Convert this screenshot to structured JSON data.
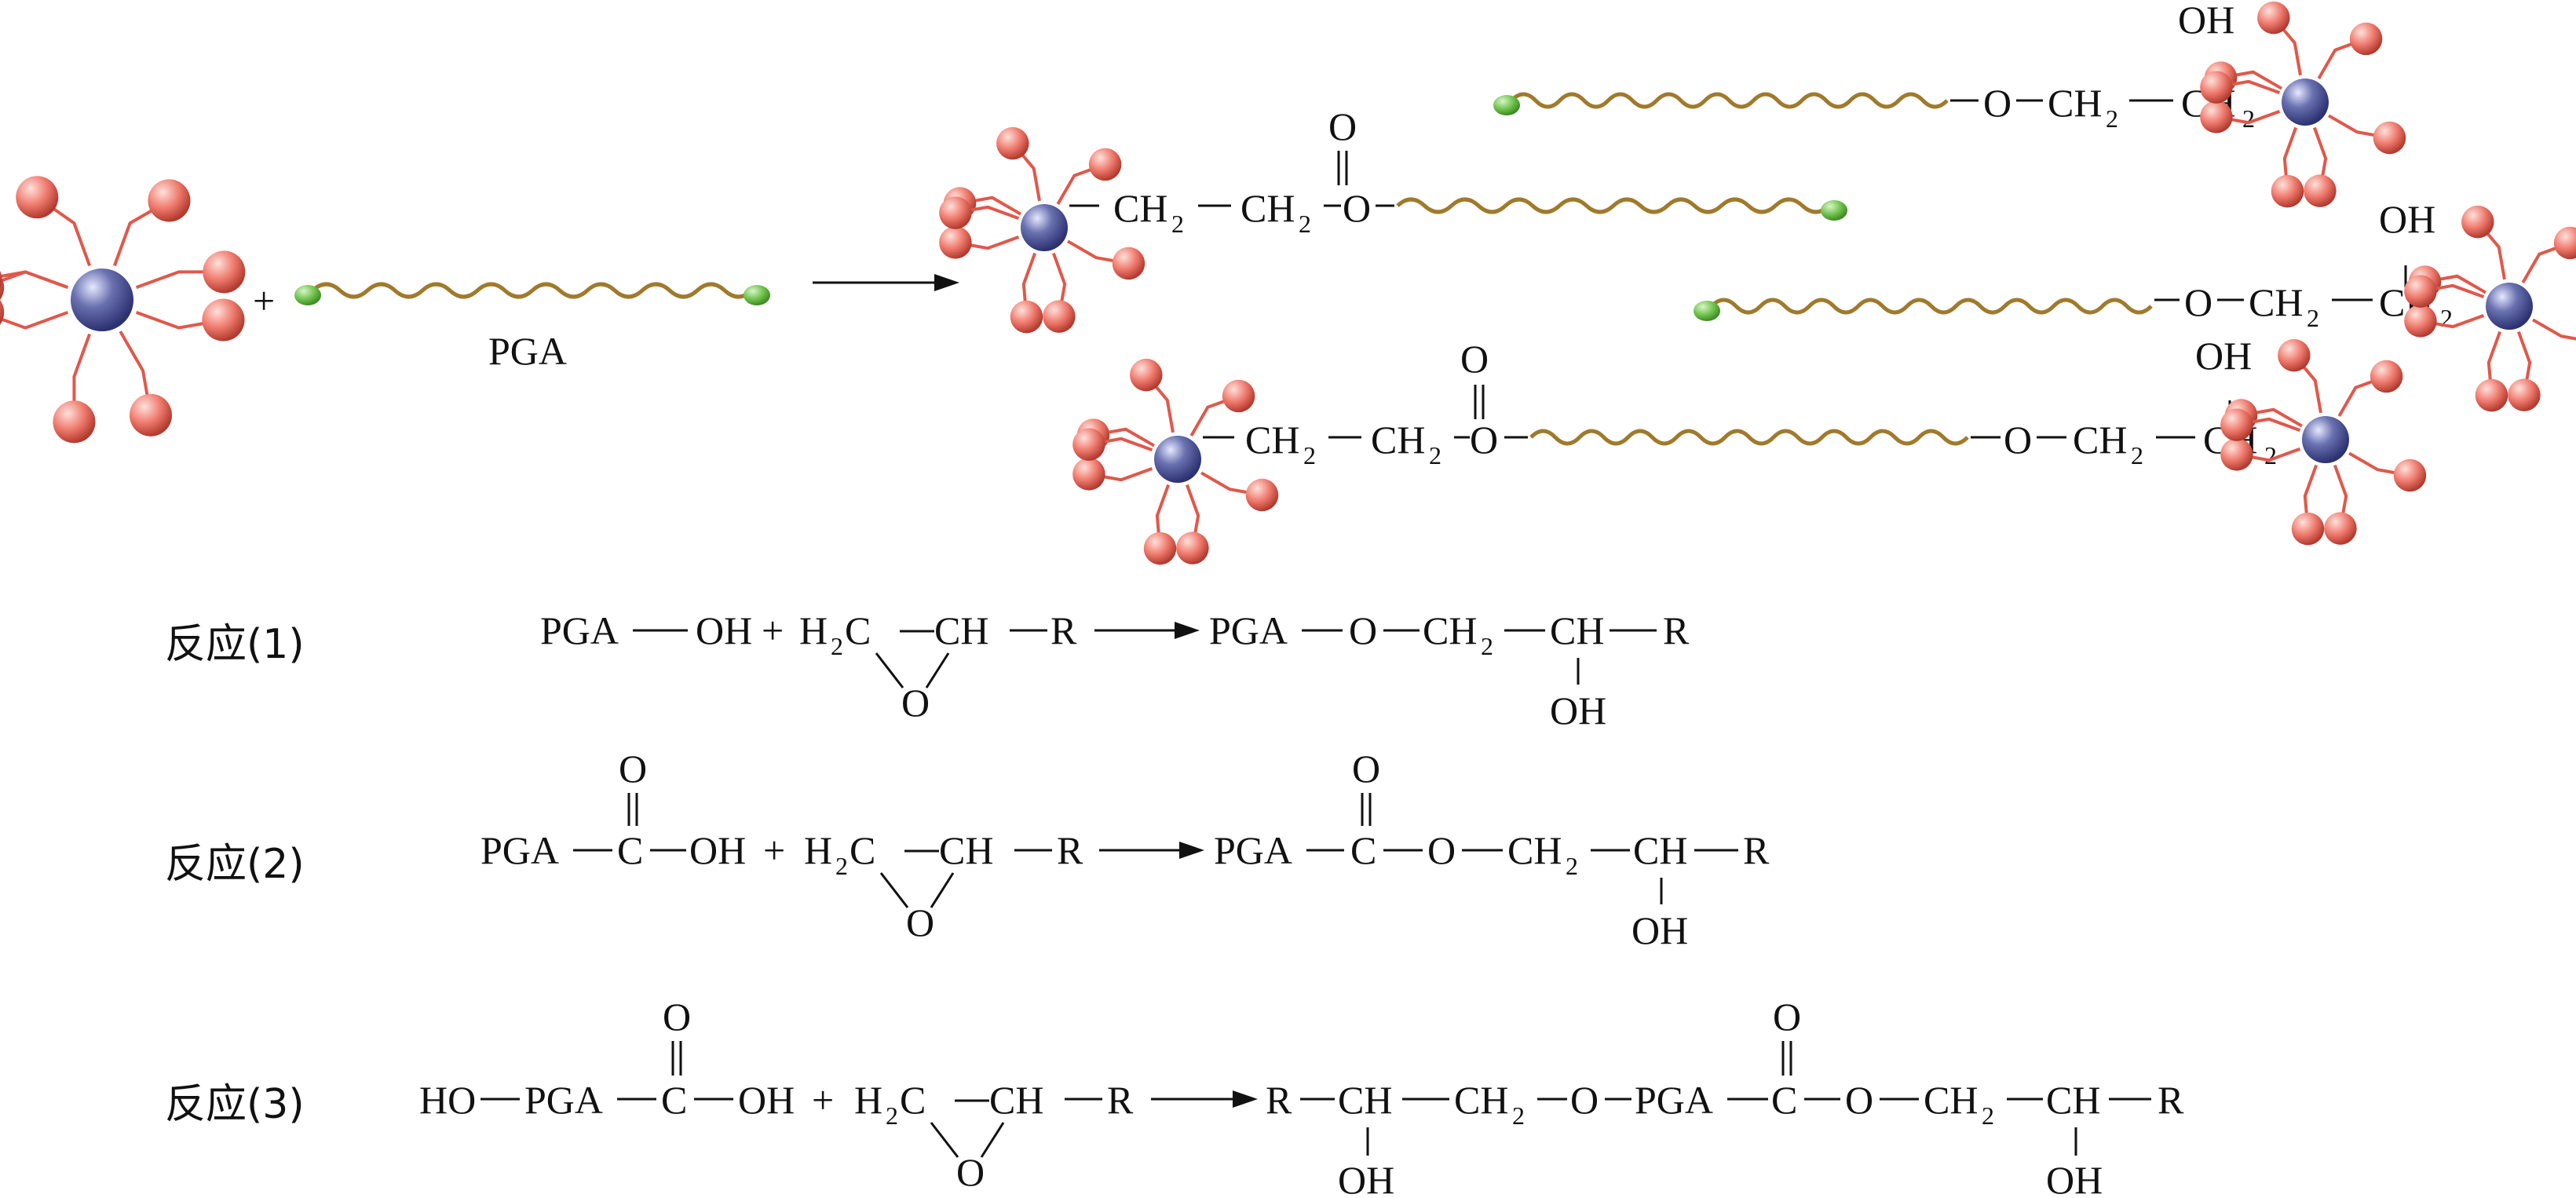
{
  "colors": {
    "core": "#6a71b0",
    "arm": "#e0584a",
    "bead": "#ef7b6e",
    "chain": "#a07a2c",
    "chain_end": "#6cc14a"
  },
  "symbols": {
    "plus": "+",
    "pga": "PGA",
    "ch": "CH",
    "ch2_base": "CH",
    "sub2": "2",
    "h2c_h": "H",
    "h2c_c": "C",
    "o": "O",
    "oh": "OH",
    "ho": "HO",
    "c": "C",
    "r": "R"
  },
  "reactions": [
    {
      "label": "反应(1)"
    },
    {
      "label": "反应(2)"
    },
    {
      "label": "反应(3)"
    }
  ]
}
